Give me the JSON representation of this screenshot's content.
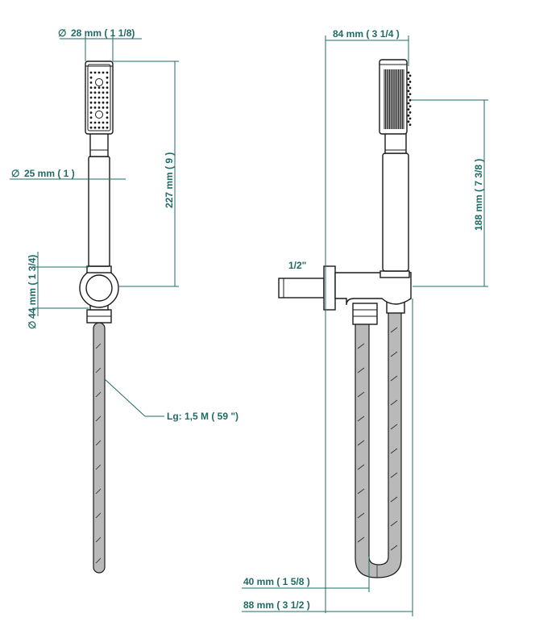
{
  "front_view": {
    "head_diameter_label": "28 mm ( 1 1/8)",
    "handle_diameter_label": "25 mm ( 1 )",
    "handle_length_label": "227 mm ( 9 )",
    "bracket_diameter_label": "44 mm ( 1 3/4)",
    "hose_length_label": "Lg: 1,5 M ( 59 \")"
  },
  "side_view": {
    "head_depth_label": "84 mm ( 3 1/4 )",
    "height_label": "188 mm ( 7 3/8 )",
    "thread_label": "1/2\"",
    "inner_width_label": "40 mm ( 1 5/8 )",
    "outer_width_label": "88 mm ( 3 1/2 )"
  },
  "symbols": {
    "diameter": "∅"
  },
  "colors": {
    "dimension": "#1e6b64",
    "outline": "#1a1a1a",
    "hose": "#b9b9b9"
  }
}
